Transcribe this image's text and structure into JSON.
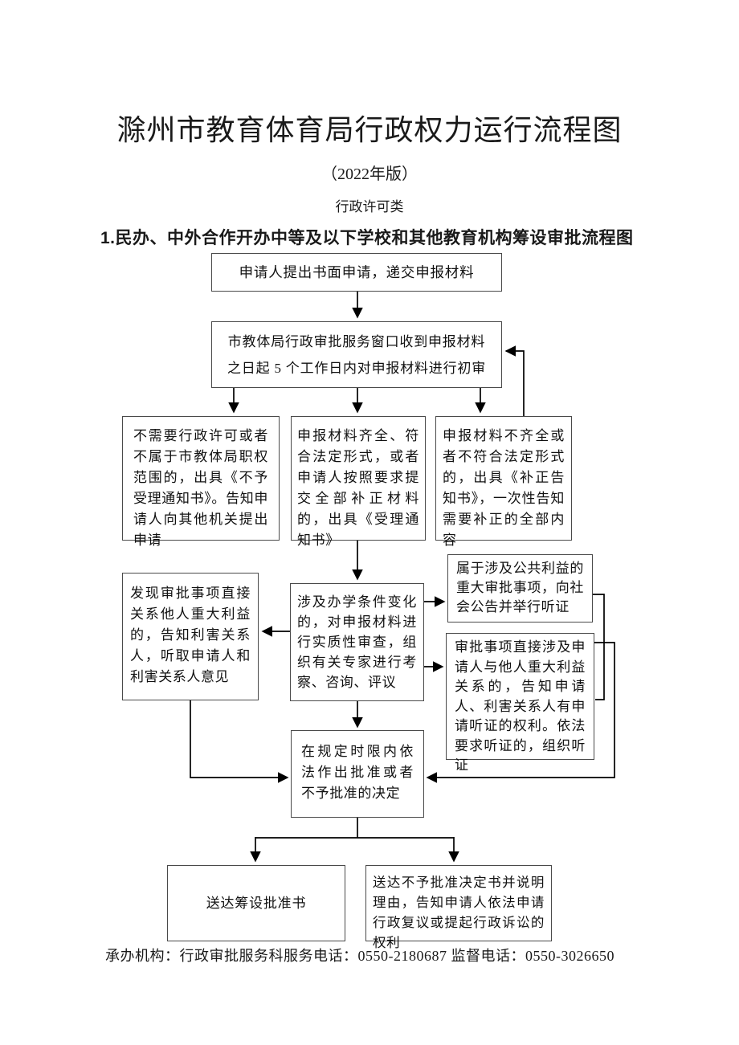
{
  "document": {
    "title": "滁州市教育体育局行政权力运行流程图",
    "edition": "（2022年版）",
    "category": "行政许可类",
    "section_heading": "1.民办、中外合作开办中等及以下学校和其他教育机构筹设审批流程图",
    "footer": "承办机构：行政审批服务科服务电话：0550-2180687 监督电话：0550-3026650"
  },
  "flowchart": {
    "nodes": {
      "apply": "申请人提出书面申请，递交申报材料",
      "initial_review_line1": "市教体局行政审批服务窗口收到申报材料",
      "initial_review_line2": "之日起 5 个工作日内对申报材料进行初审",
      "not_accepted": "不需要行政许可或者不属于市教体局职权范围的，出具《不予受理通知书》。告知申请人向其他机关提出申请",
      "accepted": "申报材料齐全、符合法定形式，或者申请人按照要求提交全部补正材料的，出具《受理通知书》",
      "supplement_notice": "申报材料不齐全或者不符合法定形式的，出具《补正告知书》，一次性告知需要补正的全部内容",
      "stakeholder_opinion": "发现审批事项直接关系他人重大利益的，告知利害关系人，听取申请人和利害关系人意见",
      "substantive_review": "涉及办学条件变化的，对申报材料进行实质性审查，组织有关专家进行考察、咨询、评议",
      "public_hearing": "属于涉及公共利益的重大审批事项，向社会公告并举行听证",
      "hearing_rights": "审批事项直接涉及申请人与他人重大利益关系的，告知申请人、利害关系人有申请听证的权利。依法要求听证的，组织听证",
      "decision": "在规定时限内依法作出批准或者不予批准的决定",
      "deliver_approval": "送达筹设批准书",
      "deliver_rejection": "送达不予批准决定书并说明理由，告知申请人依法申请行政复议或提起行政诉讼的权利"
    }
  },
  "colors": {
    "page_background": "#ffffff",
    "text": "#1a1a1a",
    "box_border": "#4a4a4a",
    "arrow": "#000000"
  }
}
